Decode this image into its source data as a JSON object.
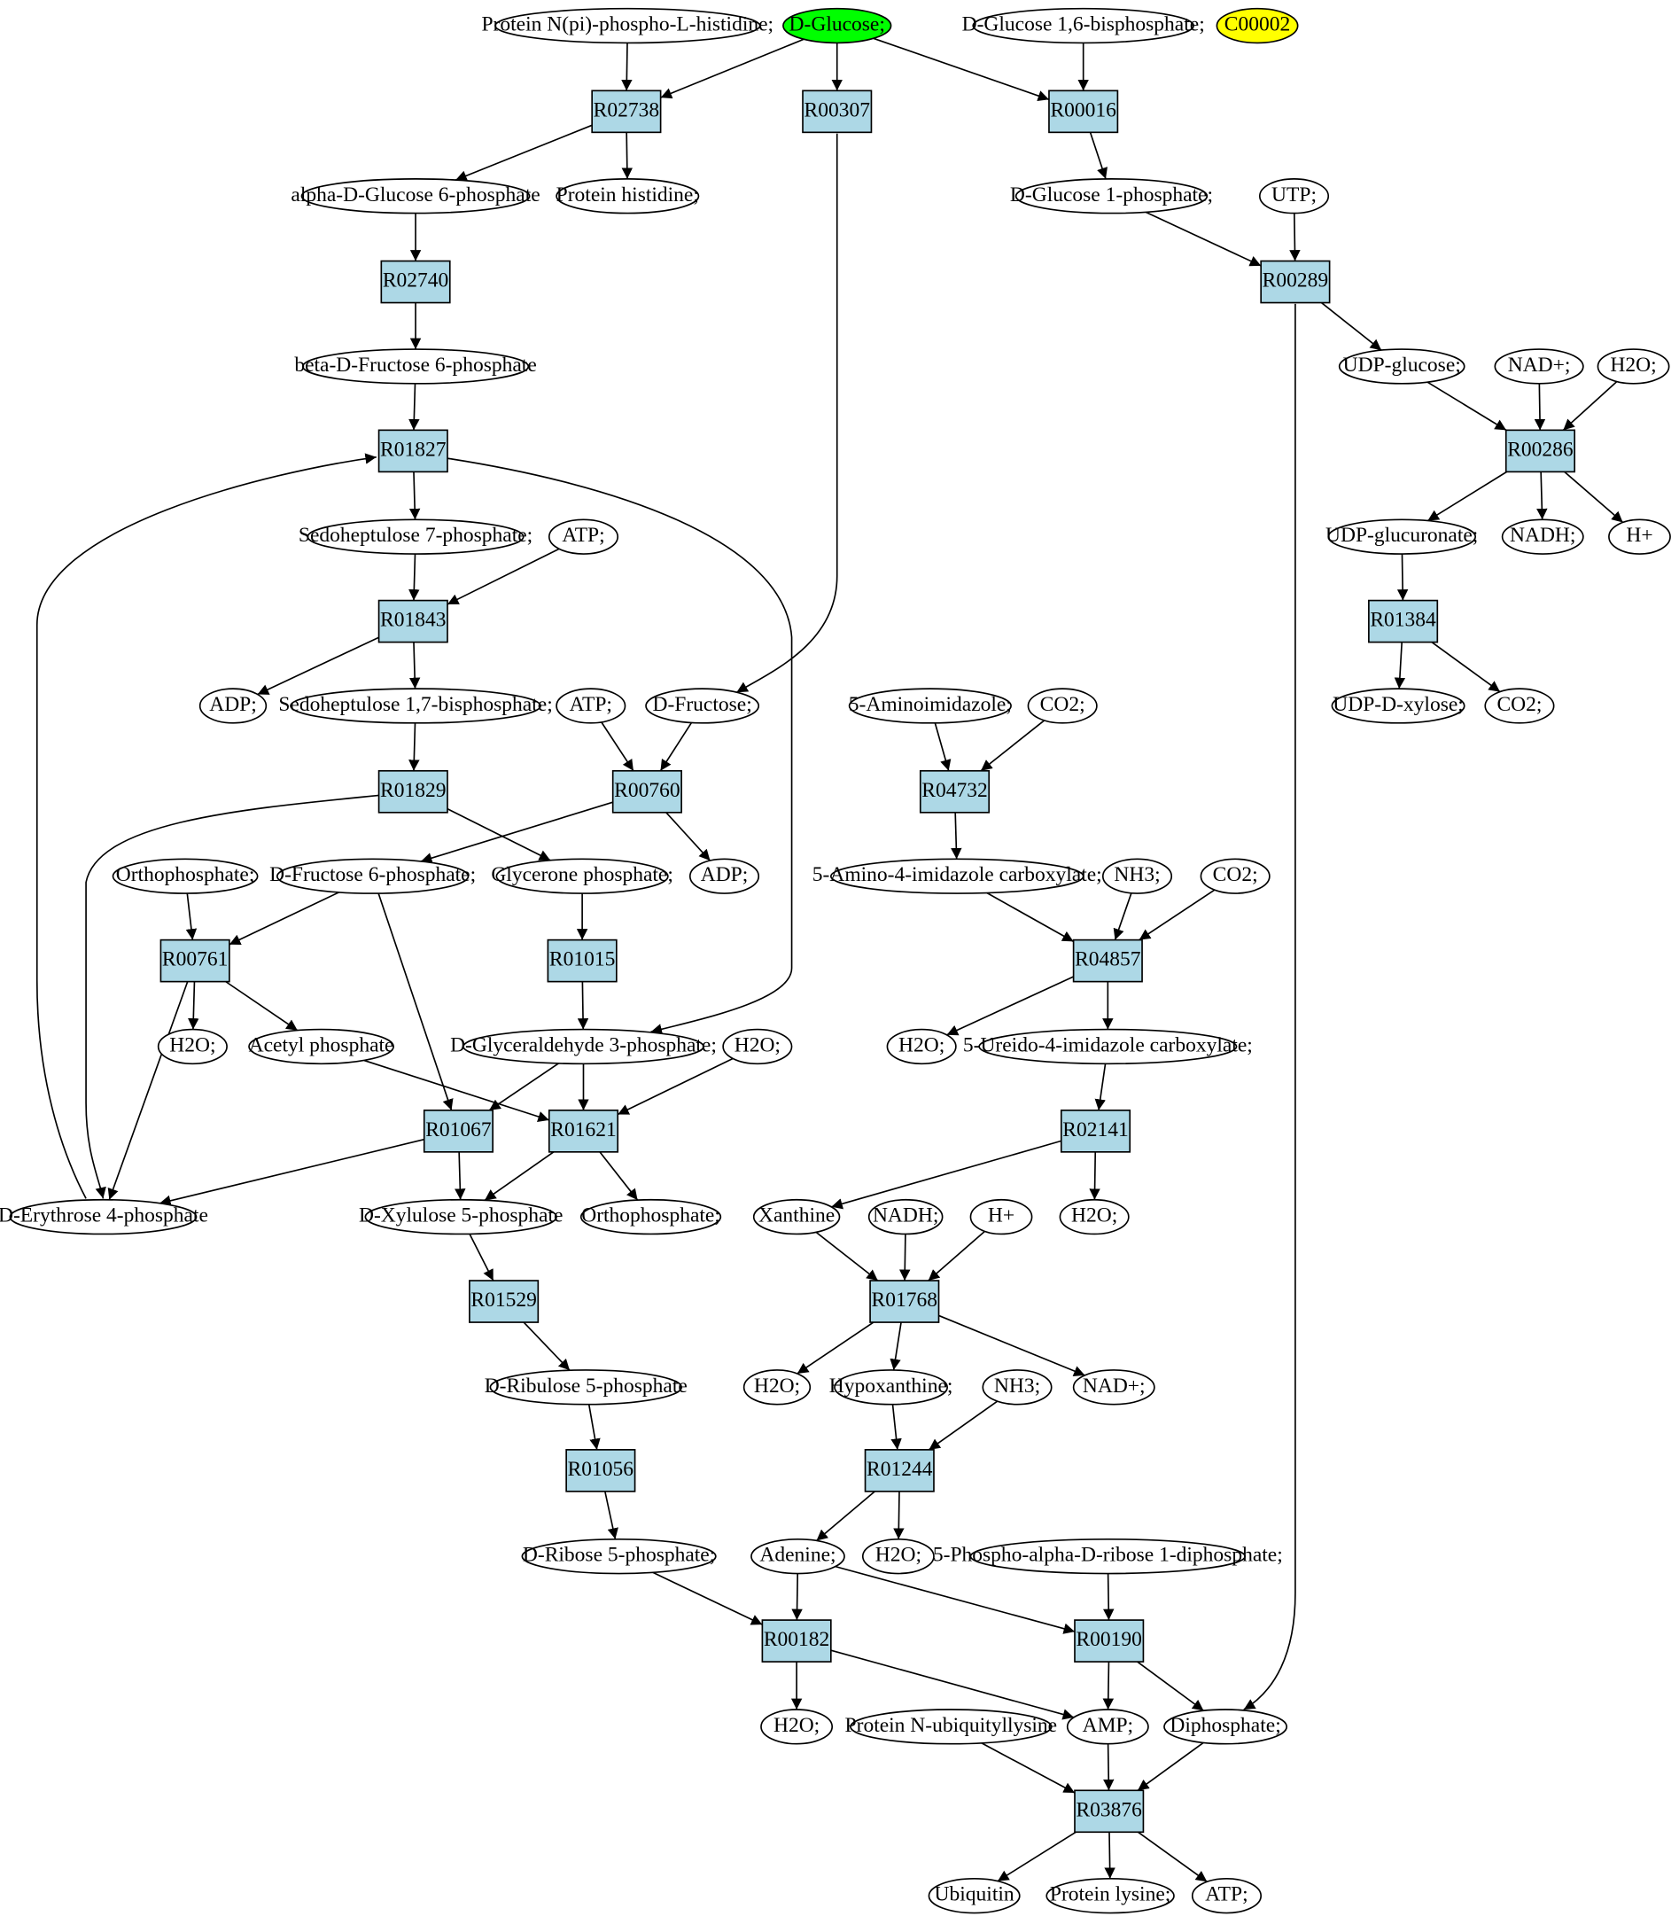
{
  "colors": {
    "reaction_fill": "#add8e6",
    "compound_fill": "#ffffff",
    "highlight_start": "#00ff00",
    "highlight_extra": "#ffff00",
    "edge": "#000000"
  },
  "compounds": {
    "pnpih": "Protein N(pi)-phospho-L-histidine;",
    "glucose": "D-Glucose;",
    "g16bp": "D-Glucose 1,6-bisphosphate;",
    "c00002": "C00002",
    "ag6p": "alpha-D-Glucose 6-phosphate",
    "phis": "Protein histidine;",
    "g1p": "D-Glucose 1-phosphate;",
    "utp": "UTP;",
    "bf6p": "beta-D-Fructose 6-phosphate",
    "udpglc": "UDP-glucose;",
    "nadp_a": "NAD+;",
    "h2o_a": "H2O;",
    "s7p": "Sedoheptulose 7-phosphate;",
    "atp_a": "ATP;",
    "udpglcA": "UDP-glucuronate;",
    "nadh_a": "NADH;",
    "hp_a": "H+",
    "adp_a": "ADP;",
    "s17bp": "Sedoheptulose 1,7-bisphosphate;",
    "atp_b": "ATP;",
    "fru": "D-Fructose;",
    "aminoimid": "5-Aminoimidazole;",
    "co2_a": "CO2;",
    "udpxyl": "UDP-D-xylose;",
    "co2_b": "CO2;",
    "orthop_a": "Orthophosphate;",
    "f6p": "D-Fructose 6-phosphate;",
    "gnp": "Glycerone phosphate;",
    "adp_b": "ADP;",
    "aica": "5-Amino-4-imidazole carboxylate;",
    "nh3_a": "NH3;",
    "co2_c": "CO2;",
    "h2o_b": "H2O;",
    "acp": "Acetyl phosphate",
    "gap": "D-Glyceraldehyde 3-phosphate;",
    "h2o_c": "H2O;",
    "h2o_d": "H2O;",
    "uica": "5-Ureido-4-imidazole carboxylate;",
    "e4p": "D-Erythrose 4-phosphate",
    "xu5p": "D-Xylulose 5-phosphate",
    "orthop_b": "Orthophosphate;",
    "xan": "Xanthine",
    "nadh_b": "NADH;",
    "hp_b": "H+",
    "h2o_e": "H2O;",
    "ru5p": "D-Ribulose 5-phosphate",
    "h2o_f": "H2O;",
    "hyp": "Hypoxanthine;",
    "nh3_b": "NH3;",
    "nadp_b": "NAD+;",
    "r5p": "D-Ribose 5-phosphate;",
    "ade": "Adenine;",
    "h2o_g": "H2O;",
    "prpp": "5-Phospho-alpha-D-ribose 1-diphosphate;",
    "h2o_h": "H2O;",
    "pnub": "Protein N-ubiquityllysine",
    "amp": "AMP;",
    "ppi": "Diphosphate;",
    "ubq": "Ubiquitin",
    "plys": "Protein lysine;",
    "atp_c": "ATP;"
  },
  "reactions": {
    "R02738": "R02738",
    "R00307": "R00307",
    "R00016": "R00016",
    "R02740": "R02740",
    "R00289": "R00289",
    "R01827": "R01827",
    "R00286": "R00286",
    "R01843": "R01843",
    "R01384": "R01384",
    "R01829": "R01829",
    "R00760": "R00760",
    "R04732": "R04732",
    "R00761": "R00761",
    "R01015": "R01015",
    "R04857": "R04857",
    "R01067": "R01067",
    "R01621": "R01621",
    "R02141": "R02141",
    "R01529": "R01529",
    "R01768": "R01768",
    "R01056": "R01056",
    "R01244": "R01244",
    "R00182": "R00182",
    "R00190": "R00190",
    "R03876": "R03876"
  },
  "edges": [
    [
      "pnpih",
      "R02738"
    ],
    [
      "glucose",
      "R02738"
    ],
    [
      "R02738",
      "ag6p"
    ],
    [
      "R02738",
      "phis"
    ],
    [
      "glucose",
      "R00307"
    ],
    [
      "R00307",
      "fru"
    ],
    [
      "glucose",
      "R00016"
    ],
    [
      "g16bp",
      "R00016"
    ],
    [
      "R00016",
      "g1p"
    ],
    [
      "ag6p",
      "R02740"
    ],
    [
      "R02740",
      "bf6p"
    ],
    [
      "g1p",
      "R00289"
    ],
    [
      "utp",
      "R00289"
    ],
    [
      "R00289",
      "udpglc"
    ],
    [
      "R00289",
      "ppi"
    ],
    [
      "bf6p",
      "R01827"
    ],
    [
      "e4p",
      "R01827"
    ],
    [
      "R01827",
      "s7p"
    ],
    [
      "R01827",
      "gap"
    ],
    [
      "udpglc",
      "R00286"
    ],
    [
      "nadp_a",
      "R00286"
    ],
    [
      "h2o_a",
      "R00286"
    ],
    [
      "R00286",
      "udpglcA"
    ],
    [
      "R00286",
      "nadh_a"
    ],
    [
      "R00286",
      "hp_a"
    ],
    [
      "s7p",
      "R01843"
    ],
    [
      "atp_a",
      "R01843"
    ],
    [
      "R01843",
      "adp_a"
    ],
    [
      "R01843",
      "s17bp"
    ],
    [
      "udpglcA",
      "R01384"
    ],
    [
      "R01384",
      "udpxyl"
    ],
    [
      "R01384",
      "co2_b"
    ],
    [
      "s17bp",
      "R01829"
    ],
    [
      "R01829",
      "gnp"
    ],
    [
      "R01829",
      "e4p"
    ],
    [
      "atp_b",
      "R00760"
    ],
    [
      "fru",
      "R00760"
    ],
    [
      "R00760",
      "f6p"
    ],
    [
      "R00760",
      "adp_b"
    ],
    [
      "aminoimid",
      "R04732"
    ],
    [
      "co2_a",
      "R04732"
    ],
    [
      "R04732",
      "aica"
    ],
    [
      "orthop_a",
      "R00761"
    ],
    [
      "f6p",
      "R00761"
    ],
    [
      "R00761",
      "h2o_b"
    ],
    [
      "R00761",
      "acp"
    ],
    [
      "R00761",
      "e4p"
    ],
    [
      "gnp",
      "R01015"
    ],
    [
      "R01015",
      "gap"
    ],
    [
      "aica",
      "R04857"
    ],
    [
      "nh3_a",
      "R04857"
    ],
    [
      "co2_c",
      "R04857"
    ],
    [
      "R04857",
      "h2o_d"
    ],
    [
      "R04857",
      "uica"
    ],
    [
      "f6p",
      "R01067"
    ],
    [
      "gap",
      "R01067"
    ],
    [
      "R01067",
      "e4p"
    ],
    [
      "R01067",
      "xu5p"
    ],
    [
      "acp",
      "R01621"
    ],
    [
      "gap",
      "R01621"
    ],
    [
      "h2o_c",
      "R01621"
    ],
    [
      "R01621",
      "xu5p"
    ],
    [
      "R01621",
      "orthop_b"
    ],
    [
      "uica",
      "R02141"
    ],
    [
      "R02141",
      "xan"
    ],
    [
      "R02141",
      "h2o_e"
    ],
    [
      "xu5p",
      "R01529"
    ],
    [
      "R01529",
      "ru5p"
    ],
    [
      "xan",
      "R01768"
    ],
    [
      "nadh_b",
      "R01768"
    ],
    [
      "hp_b",
      "R01768"
    ],
    [
      "R01768",
      "h2o_f"
    ],
    [
      "R01768",
      "hyp"
    ],
    [
      "R01768",
      "nadp_b"
    ],
    [
      "ru5p",
      "R01056"
    ],
    [
      "R01056",
      "r5p"
    ],
    [
      "hyp",
      "R01244"
    ],
    [
      "nh3_b",
      "R01244"
    ],
    [
      "R01244",
      "ade"
    ],
    [
      "R01244",
      "h2o_g"
    ],
    [
      "r5p",
      "R00182"
    ],
    [
      "ade",
      "R00182"
    ],
    [
      "R00182",
      "h2o_h"
    ],
    [
      "R00182",
      "amp"
    ],
    [
      "ade",
      "R00190"
    ],
    [
      "prpp",
      "R00190"
    ],
    [
      "R00190",
      "amp"
    ],
    [
      "R00190",
      "ppi"
    ],
    [
      "pnub",
      "R03876"
    ],
    [
      "amp",
      "R03876"
    ],
    [
      "ppi",
      "R03876"
    ],
    [
      "R03876",
      "ubq"
    ],
    [
      "R03876",
      "plys"
    ],
    [
      "R03876",
      "atp_c"
    ]
  ]
}
